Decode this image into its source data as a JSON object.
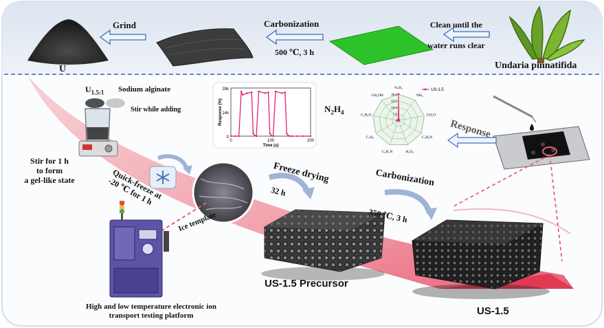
{
  "top_row": {
    "seaweed_name": "Undaria pinnatifida",
    "clean_step": [
      "Clean until the",
      "water runs clear"
    ],
    "carbonization_step": "Carbonization",
    "carbonization_conditions": "500 ℃, 3 h",
    "grind_step": "Grind",
    "product": "U"
  },
  "mixing": {
    "ratio_prefix": "U",
    "ratio_subscript": "1.5:1",
    "additive": "Sodium alginate",
    "stir_note": "Stir while adding",
    "gel_step": [
      "Stir for 1 h",
      "to form",
      "a gel-like state"
    ]
  },
  "freezing": {
    "quick_freeze": [
      "Quick-freeze at",
      "-20 ℃ for 1 h"
    ],
    "ice_template": "Ice template",
    "platform_caption": [
      "High and low temperature electronic ion",
      "transport testing platform"
    ]
  },
  "drying": {
    "step": "Freeze drying",
    "duration": "32 h",
    "precursor": "US-1.5 Precursor"
  },
  "final_carbonization": {
    "step": "Carbonization",
    "conditions": "350 ℃, 3 h",
    "product": "US-1.5"
  },
  "sensing": {
    "response_label": "Response",
    "analyte": "N",
    "analyte_sub1": "2",
    "analyte_mid": "H",
    "analyte_sub2": "4"
  },
  "chart_data": [
    {
      "type": "line",
      "xlabel": "Time (s)",
      "ylabel": "Response (%)",
      "xlim": [
        0,
        200
      ],
      "ylim": [
        0,
        28000
      ],
      "x_ticks": [
        "0",
        "100",
        "200"
      ],
      "y_ticks": [
        "0",
        "14k",
        "28k"
      ],
      "series": [
        {
          "x": [
            0,
            10,
            20,
            26,
            30,
            40,
            52,
            56,
            60,
            64,
            70,
            86,
            94,
            98,
            102,
            106,
            112,
            128,
            136,
            140,
            144,
            148,
            154,
            166,
            180,
            200
          ],
          "values": [
            0,
            0,
            0,
            26000,
            24000,
            25000,
            25500,
            1500,
            300,
            0,
            26000,
            25000,
            25500,
            1500,
            300,
            0,
            26000,
            25000,
            25500,
            1500,
            300,
            0,
            0,
            0,
            0,
            0
          ]
        }
      ]
    },
    {
      "type": "radar",
      "legend": "US-1.5",
      "axes": [
        "N₂H₄",
        "NH₃",
        "CH₂O",
        "C₃H₉N",
        "H₂O₂",
        "C₂H₇N",
        "C₇H₈",
        "C₂H₆O",
        "CH₃OH"
      ],
      "ring_labels": [
        "0",
        "7.5",
        "15.0",
        "22.5",
        "30.0"
      ],
      "values": [
        30,
        0.6,
        0.4,
        0.5,
        0.3,
        0.4,
        0.3,
        0.5,
        0.6
      ]
    }
  ]
}
